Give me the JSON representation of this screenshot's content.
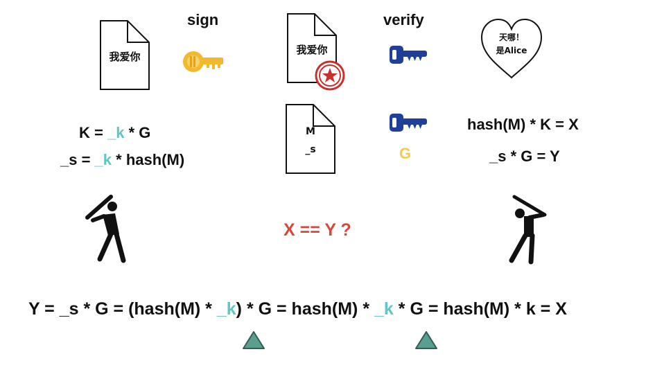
{
  "labels": {
    "sign": "sign",
    "verify": "verify",
    "doc_text": "我爱你",
    "doc2_line1": "M",
    "doc2_line2": "_s",
    "heart_line1": "天哪！",
    "heart_line2": "是Alice",
    "g_label": "G"
  },
  "left_equations": {
    "line1": {
      "pre": "K = ",
      "k": "_k",
      "post": " * G"
    },
    "line2": {
      "pre": "_s = ",
      "k": "_k",
      "post": " * hash(M)"
    }
  },
  "right_equations": {
    "line1": "hash(M) * K = X",
    "line2": "_s * G = Y"
  },
  "question": "X == Y ?",
  "bottom_equation": {
    "part1": "Y = _s * G = (hash(M) * ",
    "k1": "_k",
    "part2": ") * G = hash(M) * ",
    "k2": "_k",
    "part3": " * G = hash(M) * k = X"
  },
  "colors": {
    "teal": "#5fc6c6",
    "red": "#d9463a",
    "gold": "#f2cc4f",
    "blue_key": "#1f3f99",
    "gold_key": "#f2b92e",
    "triangle": "#5a9e8f"
  }
}
